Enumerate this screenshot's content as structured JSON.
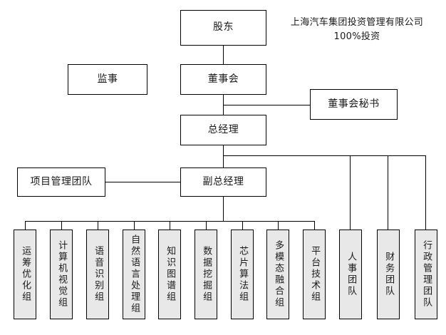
{
  "diagram": {
    "title_note": {
      "line1": "上海汽车集团投资管理有限公司",
      "line2": "100%投资"
    },
    "nodes": {
      "shareholder": "股东",
      "supervisor": "监事",
      "board": "董事会",
      "board_secretary": "董事会秘书",
      "general_manager": "总经理",
      "project_team": "项目管理团队",
      "deputy_general_manager": "副总经理"
    },
    "departments": [
      {
        "label": "运筹优化组"
      },
      {
        "label": "计算机视觉组"
      },
      {
        "label": "语音识别组"
      },
      {
        "label": "自然语言处理组"
      },
      {
        "label": "知识图谱组"
      },
      {
        "label": "数据挖掘组"
      },
      {
        "label": "芯片算法组"
      },
      {
        "label": "多模态融合组"
      },
      {
        "label": "平台技术组"
      }
    ],
    "support_units": [
      {
        "label": "人事团队"
      },
      {
        "label": "财务团队"
      },
      {
        "label": "行政管理团队"
      }
    ],
    "colors": {
      "leaf_fill": "#e8e8e8",
      "box_fill": "#ffffff",
      "stroke": "#000000",
      "text": "#1a1a1a"
    }
  }
}
